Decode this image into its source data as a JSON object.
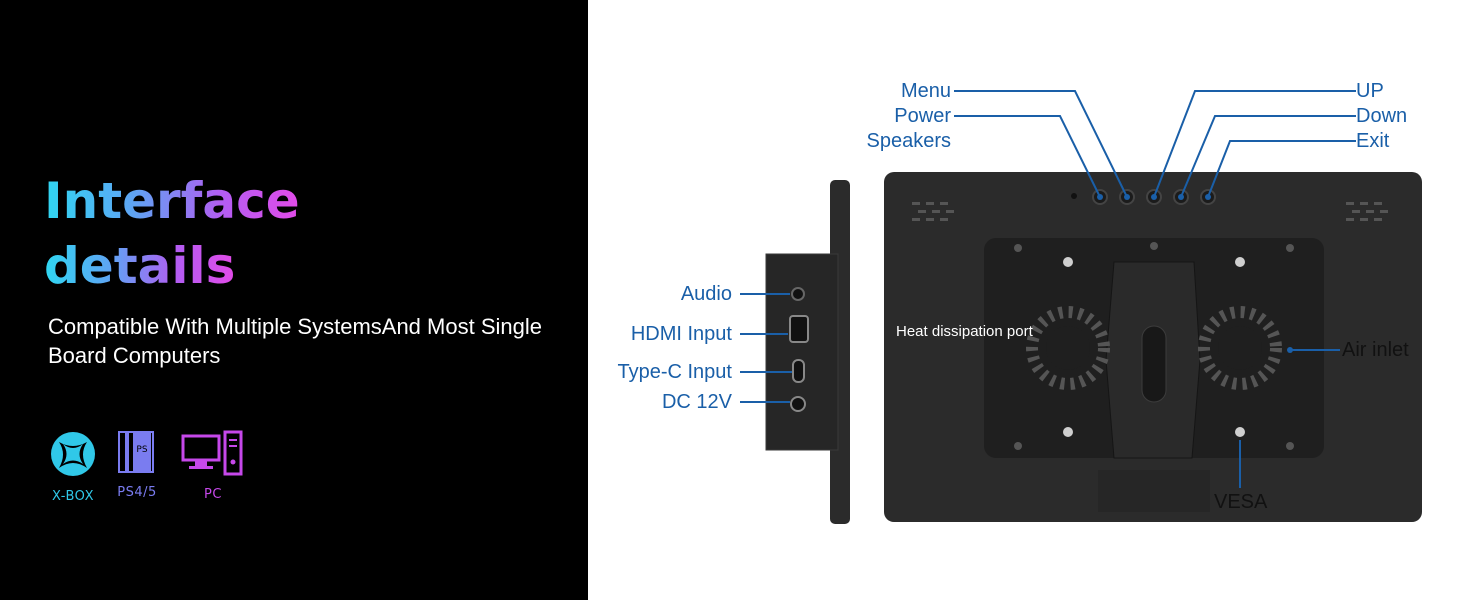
{
  "headline": {
    "line1": "Interface",
    "line2": "details"
  },
  "subtitle": "Compatible With Multiple SystemsAnd Most Single Board Computers",
  "systems": [
    {
      "label": "X-BOX",
      "icon": "xbox-logo-icon",
      "color": "#30c8e8"
    },
    {
      "label": "PS4/5",
      "icon": "playstation-logo-icon",
      "color": "#7a7cf0"
    },
    {
      "label": "PC",
      "icon": "desktop-pc-icon",
      "color": "#c648ea"
    }
  ],
  "top_buttons_left": [
    "Menu",
    "Power",
    "Speakers"
  ],
  "top_buttons_right": [
    "UP",
    "Down",
    "Exit"
  ],
  "side_ports": [
    "Audio",
    "HDMI Input",
    "Type-C Input",
    "DC 12V"
  ],
  "rear": {
    "heat_port": "Heat dissipation port",
    "air_inlet": "Air inlet",
    "vesa": "VESA"
  },
  "colors": {
    "callout_blue": "#1a5fa8",
    "device_body": "#2b2b2b"
  }
}
